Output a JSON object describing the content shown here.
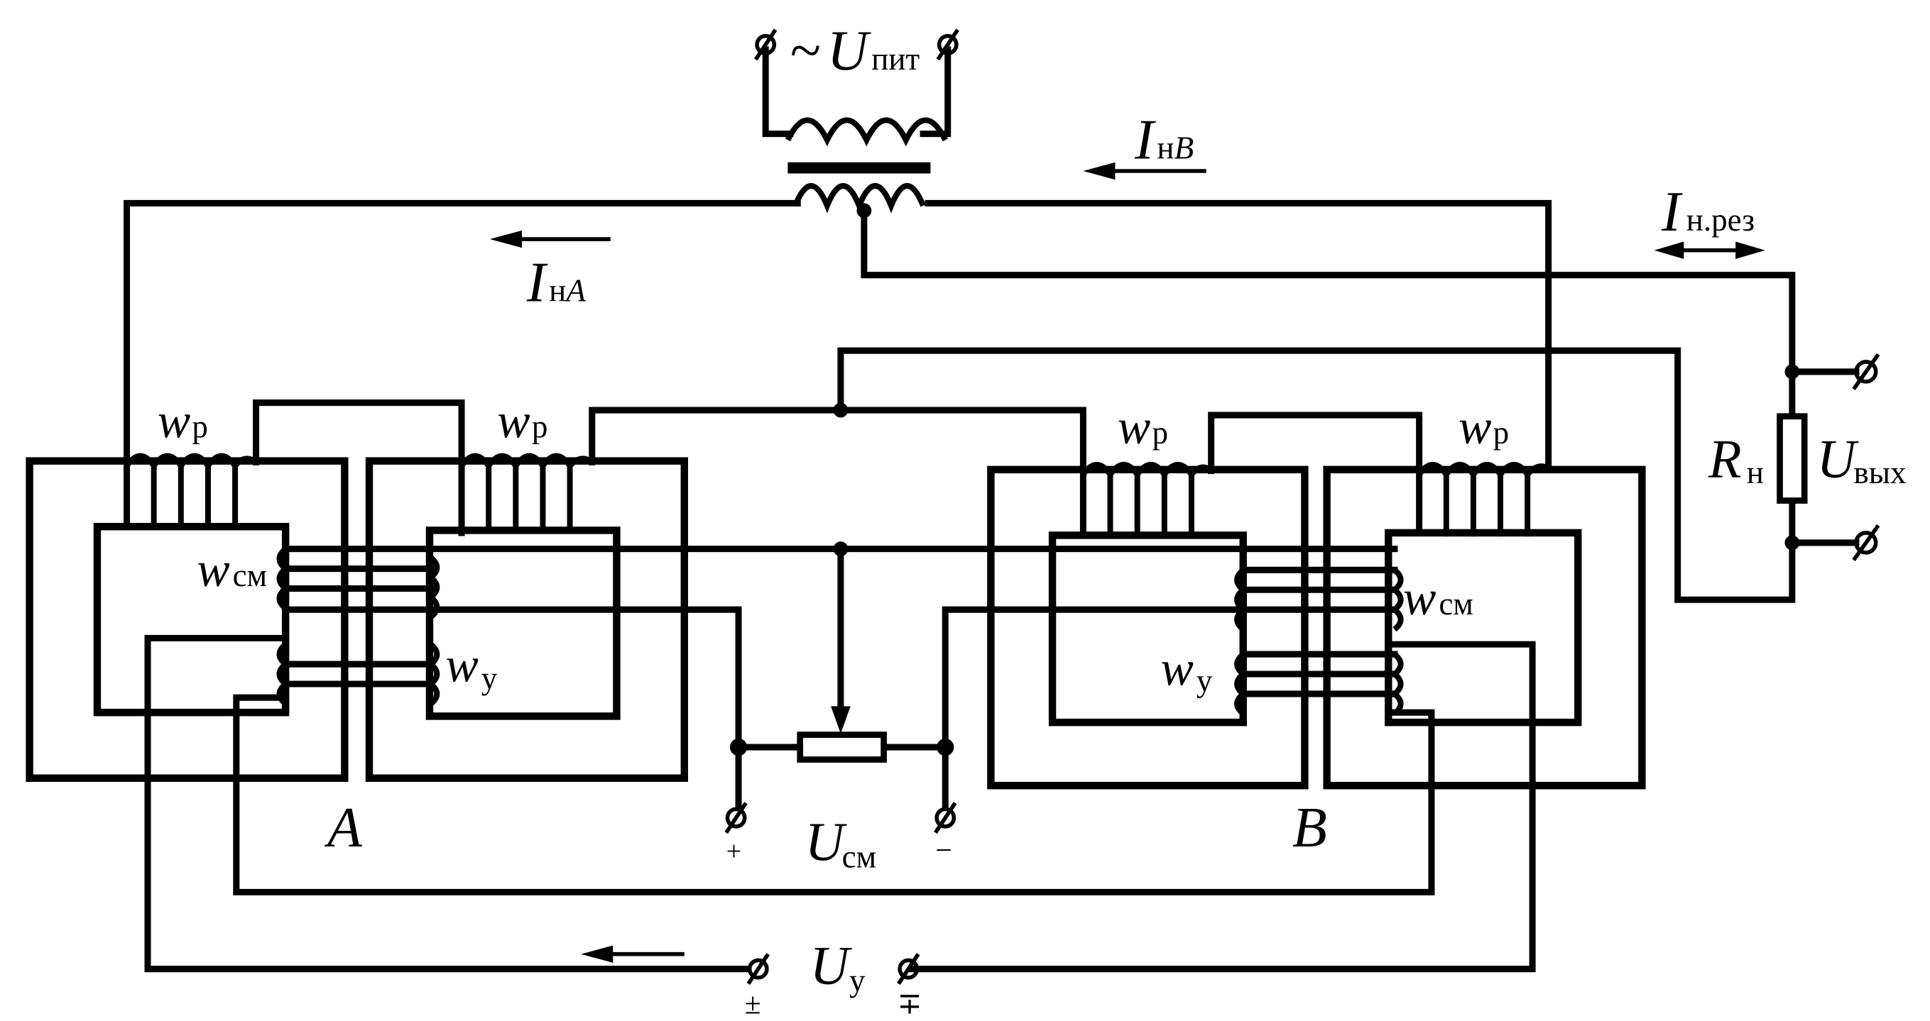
{
  "labels": {
    "supply_U": "U",
    "supply_tilde": "~",
    "supply_sub": "пит",
    "iA_I": "I",
    "iA_sub_n": "н",
    "iA_sub_A": "A",
    "iB_I": "I",
    "iB_sub_n": "н",
    "iB_sub_B": "B",
    "ires_I": "I",
    "ires_sub": "н.рез",
    "wr": "w",
    "wr_sub": "р",
    "wsm": "w",
    "wsm_sub": "см",
    "wy": "w",
    "wy_sub": "у",
    "core_A": "A",
    "core_B": "B",
    "rn": "R",
    "rn_sub": "н",
    "uout": "U",
    "uout_sub": "вых",
    "usm": "U",
    "usm_sub": "см",
    "uy": "U",
    "uy_sub": "у",
    "plus": "+",
    "minus": "−",
    "pm": "±",
    "mp": "∓"
  }
}
